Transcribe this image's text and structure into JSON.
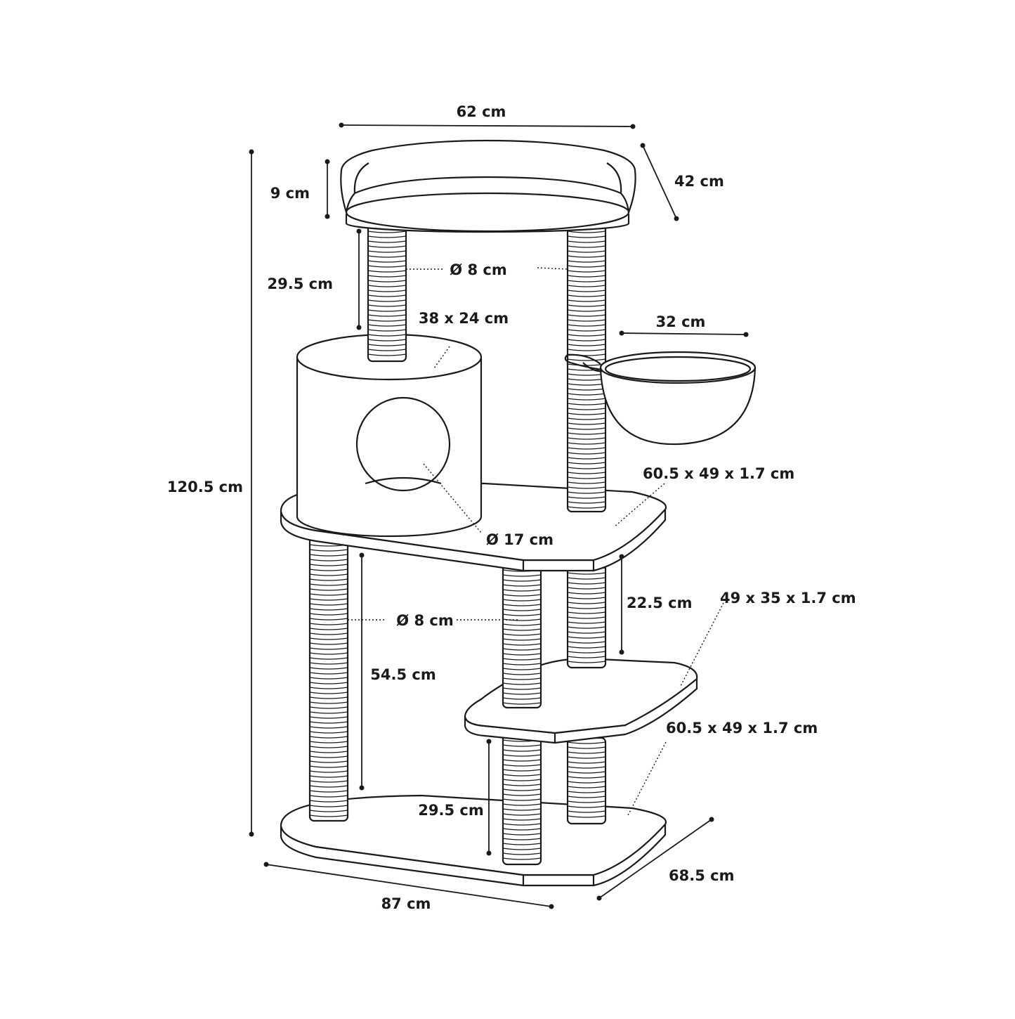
{
  "labels": {
    "top_width": "62 cm",
    "top_depth": "42 cm",
    "rim_height": "9 cm",
    "upper_post_height": "29.5 cm",
    "upper_post_diameter": "Ø 8 cm",
    "condo_size": "38 x 24 cm",
    "basket_width": "32 cm",
    "total_height": "120.5 cm",
    "middle_platform": "60.5 x 49 x 1.7 cm",
    "opening_diameter": "Ø 17 cm",
    "mid_gap_height": "22.5 cm",
    "lower_post_diameter": "Ø 8 cm",
    "step_platform": "49 x 35 x 1.7 cm",
    "long_post_height": "54.5 cm",
    "base_platform": "60.5 x 49 x 1.7 cm",
    "lower_post_height": "29.5 cm",
    "base_depth": "68.5 cm",
    "base_width": "87 cm"
  },
  "colors": {
    "line": "#1a1a1a",
    "fill": "#ffffff"
  }
}
